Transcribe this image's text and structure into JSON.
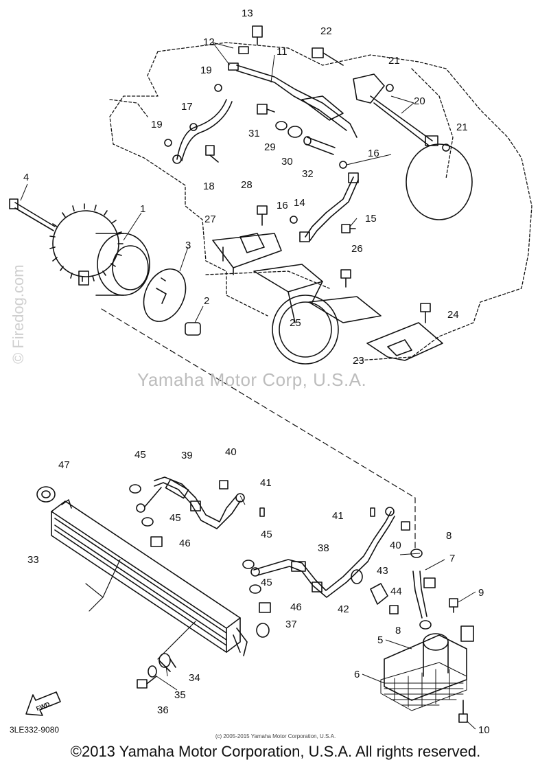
{
  "watermarks": {
    "center": "Yamaha Motor Corp, U.S.A.",
    "left": "© Firedog.com",
    "corner": "©"
  },
  "diagram": {
    "part_code": "3LE332-9080",
    "fwd_label": "FWD",
    "small_copyright": "(c) 2005-2015 Yamaha Motor Corporation, U.S.A."
  },
  "footer": {
    "copyright": "©2013 Yamaha Motor Corporation, U.S.A. All rights reserved."
  },
  "callouts": [
    {
      "id": "c1",
      "label": "1"
    },
    {
      "id": "c2",
      "label": "2"
    },
    {
      "id": "c3",
      "label": "3"
    },
    {
      "id": "c4",
      "label": "4"
    },
    {
      "id": "c5",
      "label": "5"
    },
    {
      "id": "c6",
      "label": "6"
    },
    {
      "id": "c7",
      "label": "7"
    },
    {
      "id": "c8a",
      "label": "8"
    },
    {
      "id": "c8b",
      "label": "8"
    },
    {
      "id": "c9",
      "label": "9"
    },
    {
      "id": "c10",
      "label": "10"
    },
    {
      "id": "c11",
      "label": "11"
    },
    {
      "id": "c12",
      "label": "12"
    },
    {
      "id": "c13",
      "label": "13"
    },
    {
      "id": "c14",
      "label": "14"
    },
    {
      "id": "c15",
      "label": "15"
    },
    {
      "id": "c16a",
      "label": "16"
    },
    {
      "id": "c16b",
      "label": "16"
    },
    {
      "id": "c17",
      "label": "17"
    },
    {
      "id": "c18",
      "label": "18"
    },
    {
      "id": "c19a",
      "label": "19"
    },
    {
      "id": "c19b",
      "label": "19"
    },
    {
      "id": "c20",
      "label": "20"
    },
    {
      "id": "c21a",
      "label": "21"
    },
    {
      "id": "c21b",
      "label": "21"
    },
    {
      "id": "c22",
      "label": "22"
    },
    {
      "id": "c23",
      "label": "23"
    },
    {
      "id": "c24",
      "label": "24"
    },
    {
      "id": "c25",
      "label": "25"
    },
    {
      "id": "c26",
      "label": "26"
    },
    {
      "id": "c27",
      "label": "27"
    },
    {
      "id": "c28",
      "label": "28"
    },
    {
      "id": "c29",
      "label": "29"
    },
    {
      "id": "c30",
      "label": "30"
    },
    {
      "id": "c31",
      "label": "31"
    },
    {
      "id": "c32",
      "label": "32"
    },
    {
      "id": "c33",
      "label": "33"
    },
    {
      "id": "c34",
      "label": "34"
    },
    {
      "id": "c35",
      "label": "35"
    },
    {
      "id": "c36",
      "label": "36"
    },
    {
      "id": "c37",
      "label": "37"
    },
    {
      "id": "c38",
      "label": "38"
    },
    {
      "id": "c39",
      "label": "39"
    },
    {
      "id": "c40a",
      "label": "40"
    },
    {
      "id": "c40b",
      "label": "40"
    },
    {
      "id": "c41a",
      "label": "41"
    },
    {
      "id": "c41b",
      "label": "41"
    },
    {
      "id": "c42",
      "label": "42"
    },
    {
      "id": "c43",
      "label": "43"
    },
    {
      "id": "c44",
      "label": "44"
    },
    {
      "id": "c45a",
      "label": "45"
    },
    {
      "id": "c45b",
      "label": "45"
    },
    {
      "id": "c45c",
      "label": "45"
    },
    {
      "id": "c45d",
      "label": "45"
    },
    {
      "id": "c46a",
      "label": "46"
    },
    {
      "id": "c46b",
      "label": "46"
    },
    {
      "id": "c47",
      "label": "47"
    }
  ]
}
